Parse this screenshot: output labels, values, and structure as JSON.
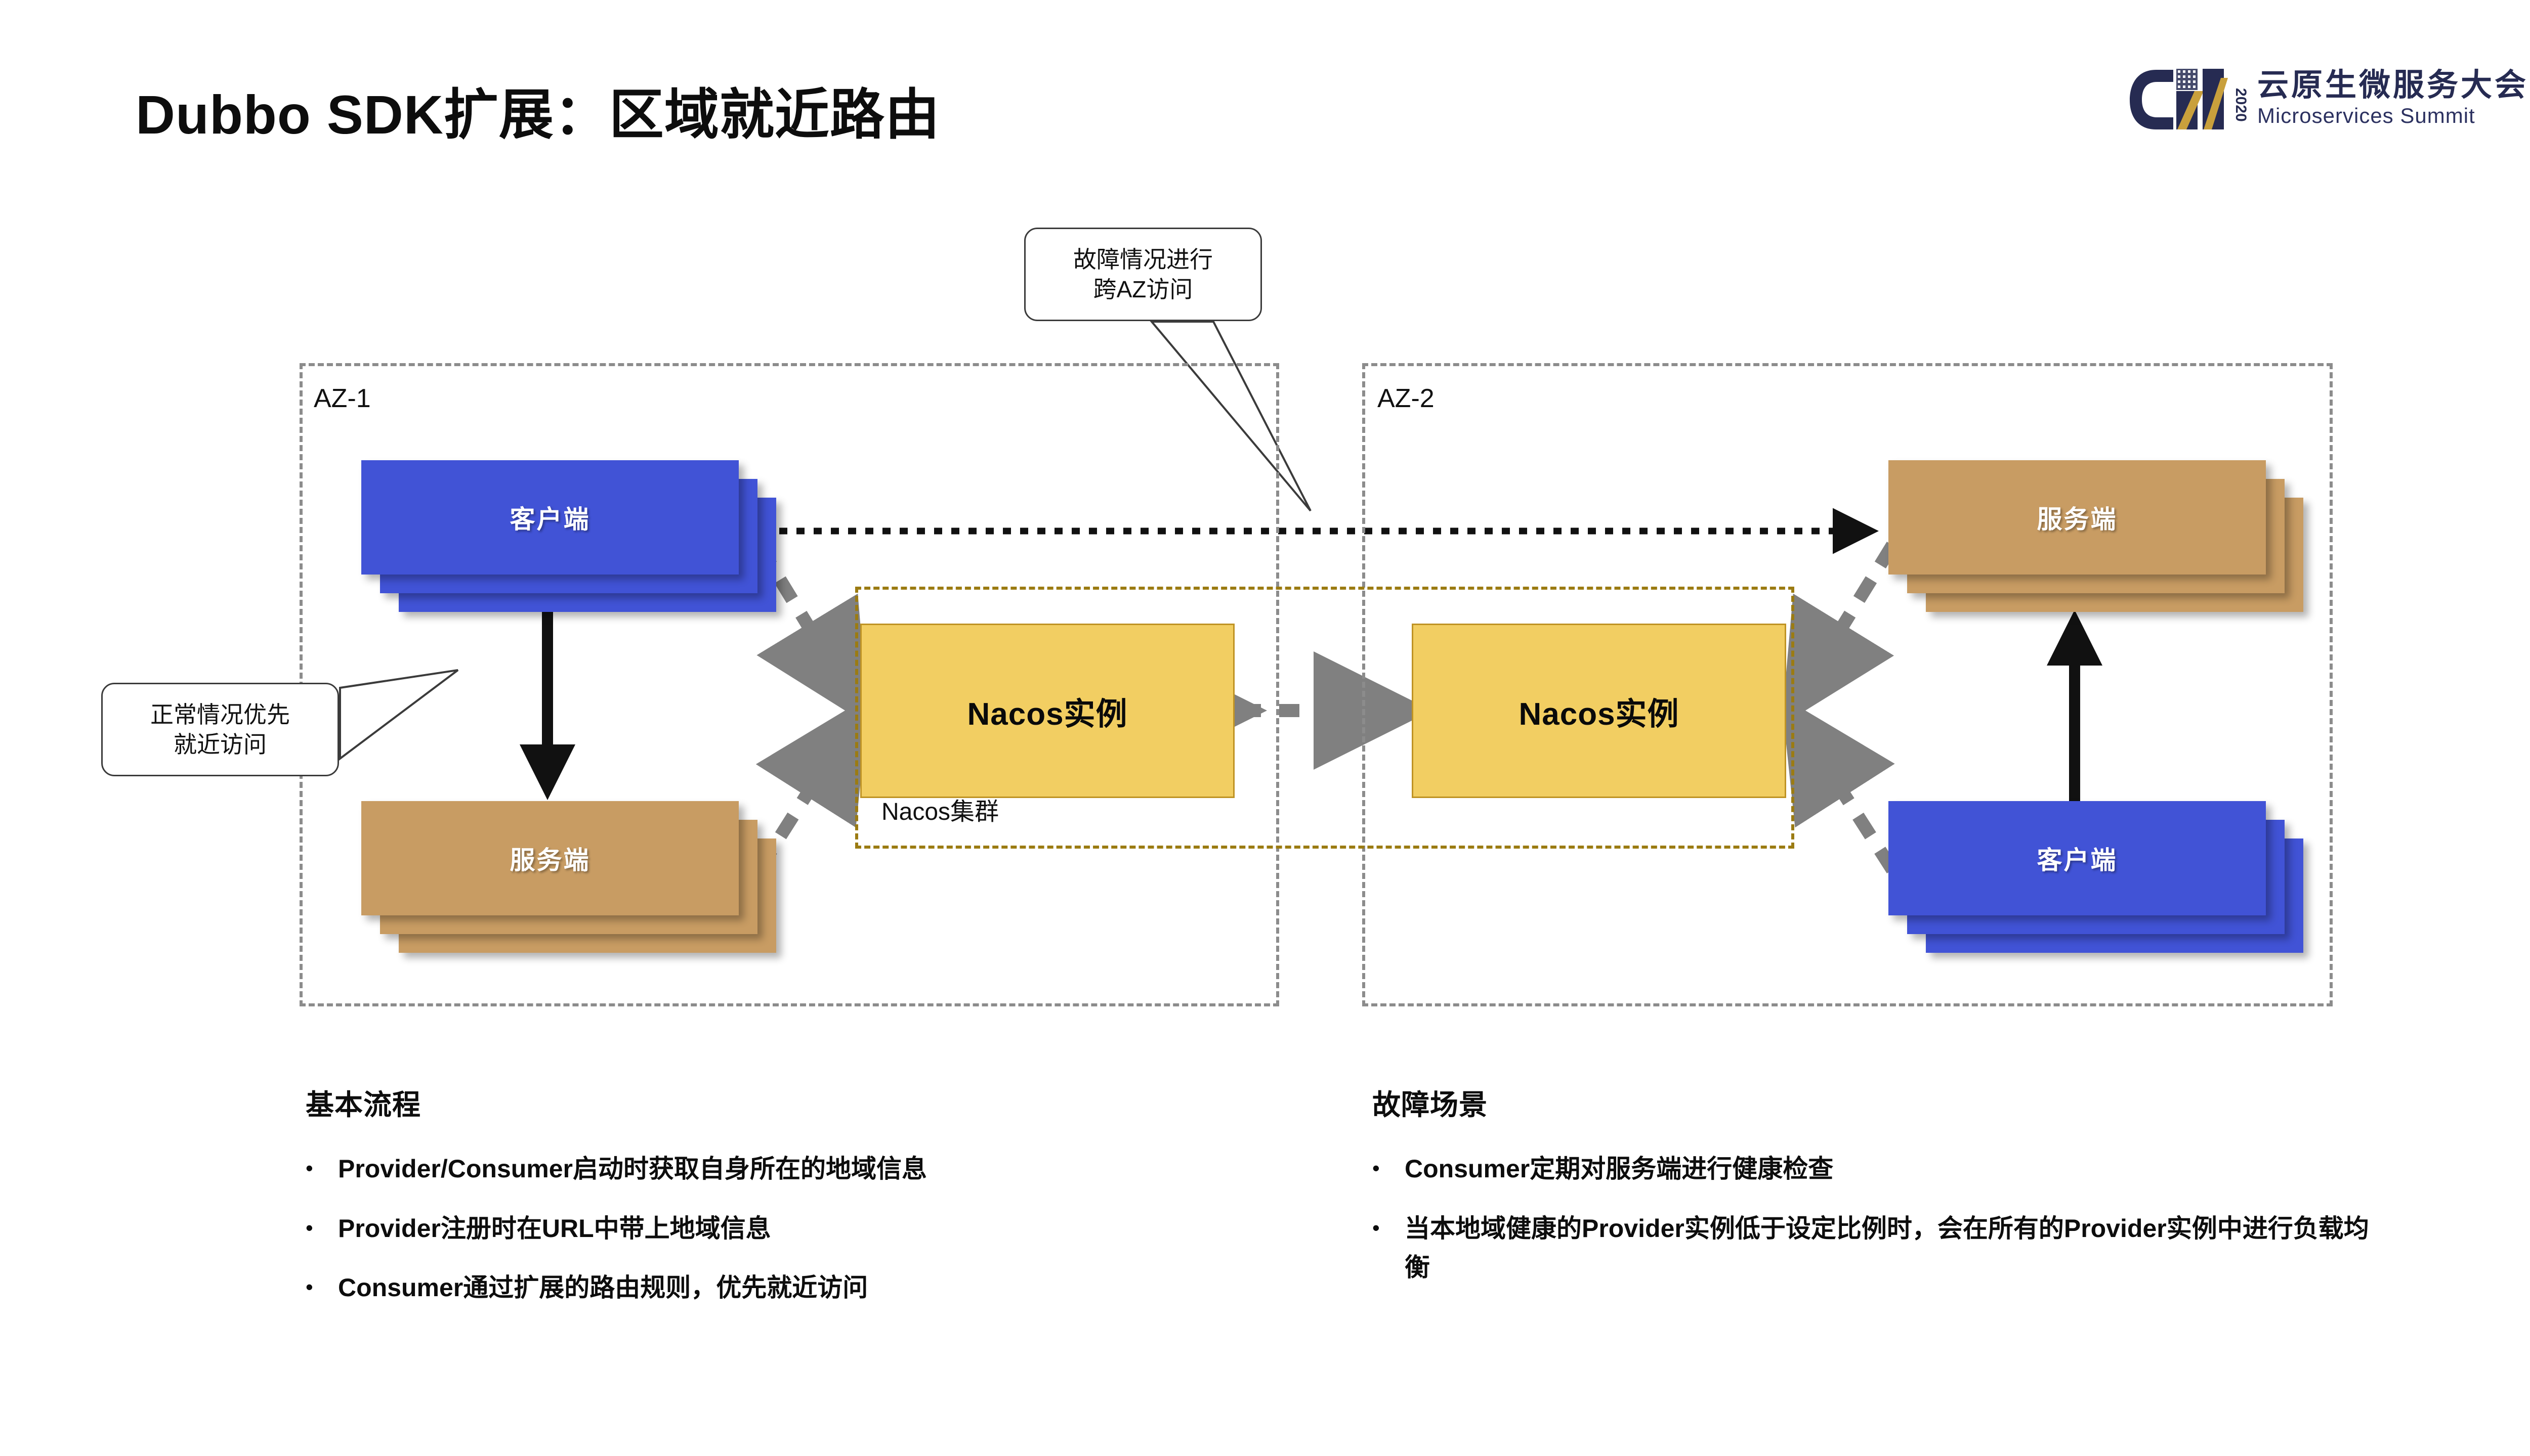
{
  "header": {
    "title": "Dubbo SDK扩展：区域就近路由",
    "logo": {
      "year": "2020",
      "cn_name": "云原生微服务大会",
      "en_name": "Microservices  Summit",
      "mark_color": "#262b52",
      "accent_color": "#C9A03C"
    }
  },
  "diagram": {
    "zones": {
      "az1_label": "AZ-1",
      "az2_label": "AZ-2",
      "nacos_cluster_label": "Nacos集群"
    },
    "nodes": {
      "az1_client": "客户端",
      "az1_server": "服务端",
      "az2_server": "服务端",
      "az2_client": "客户端",
      "nacos_instance_1": "Nacos实例",
      "nacos_instance_2": "Nacos实例"
    },
    "callouts": {
      "fault_line1": "故障情况进行",
      "fault_line2": "跨AZ访问",
      "normal_line1": "正常情况优先",
      "normal_line2": "就近访问"
    },
    "colors": {
      "client": "#4153D6",
      "server": "#C89C63",
      "nacos": "#F2CE62",
      "nacos_border": "#BF9324",
      "zone_border": "#8c8c8c",
      "cluster_border": "#9b7b12",
      "arrow_gray": "#808080",
      "arrow_black": "#1a1a1a"
    }
  },
  "notes": {
    "left": {
      "heading": "基本流程",
      "bullet_char": "•",
      "items": [
        "Provider/Consumer启动时获取自身所在的地域信息",
        "Provider注册时在URL中带上地域信息",
        "Consumer通过扩展的路由规则，优先就近访问"
      ]
    },
    "right": {
      "heading": "故障场景",
      "bullet_char": "•",
      "items": [
        "Consumer定期对服务端进行健康检查",
        "当本地域健康的Provider实例低于设定比例时，会在所有的Provider实例中进行负载均衡"
      ]
    }
  }
}
